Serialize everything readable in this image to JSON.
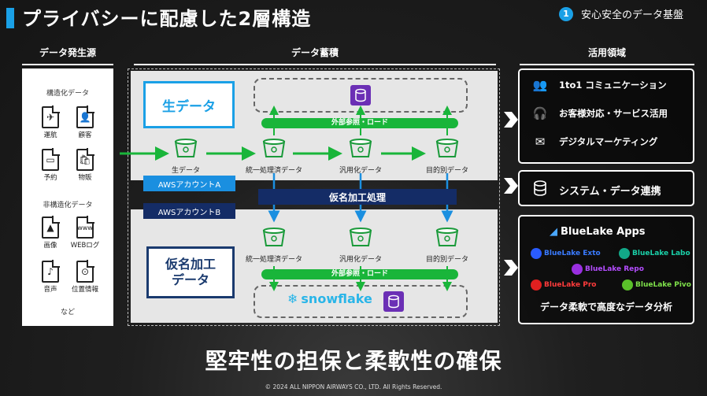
{
  "header": {
    "title": "プライバシーに配慮した2層構造",
    "badge_number": "1",
    "badge_label": "安心安全のデータ基盤"
  },
  "sections": {
    "source": "データ発生源",
    "storage": "データ蓄積",
    "usage": "活用領域"
  },
  "source": {
    "structured_label": "構造化データ",
    "structured_items": [
      "運航",
      "顧客",
      "予約",
      "物販"
    ],
    "unstructured_label": "非構造化データ",
    "unstructured_items": [
      "画像",
      "WEBログ",
      "音声",
      "位置情報"
    ],
    "etc": "など"
  },
  "storage": {
    "raw_box": "生データ",
    "anon_box": "仮名加工\nデータ",
    "raw_bucket_label": "生データ",
    "bucket_labels": [
      "統一処理済データ",
      "汎用化データ",
      "目的別データ"
    ],
    "external_ref": "外部参照・ロード",
    "account_a": "AWSアカウントA",
    "account_b": "AWSアカウントB",
    "anon_process": "仮名加工処理",
    "snowflake": "snowflake"
  },
  "usage": {
    "items": [
      "1to1 コミュニケーション",
      "お客様対応・サービス活用",
      "デジタルマーケティング"
    ],
    "system_link": "システム・データ連携",
    "bluelake_title": "BlueLake Apps",
    "bluelake_apps": [
      "BlueLake Exto",
      "BlueLake Labo",
      "BlueLake Repo",
      "BlueLake Pro",
      "BlueLake Pivo"
    ],
    "bluelake_caption": "データ柔軟で高度なデータ分析"
  },
  "slogan": "堅牢性の担保と柔軟性の確保",
  "copyright": "© 2024 ALL NIPPON AIRWAYS CO., LTD. All Rights Reserved."
}
